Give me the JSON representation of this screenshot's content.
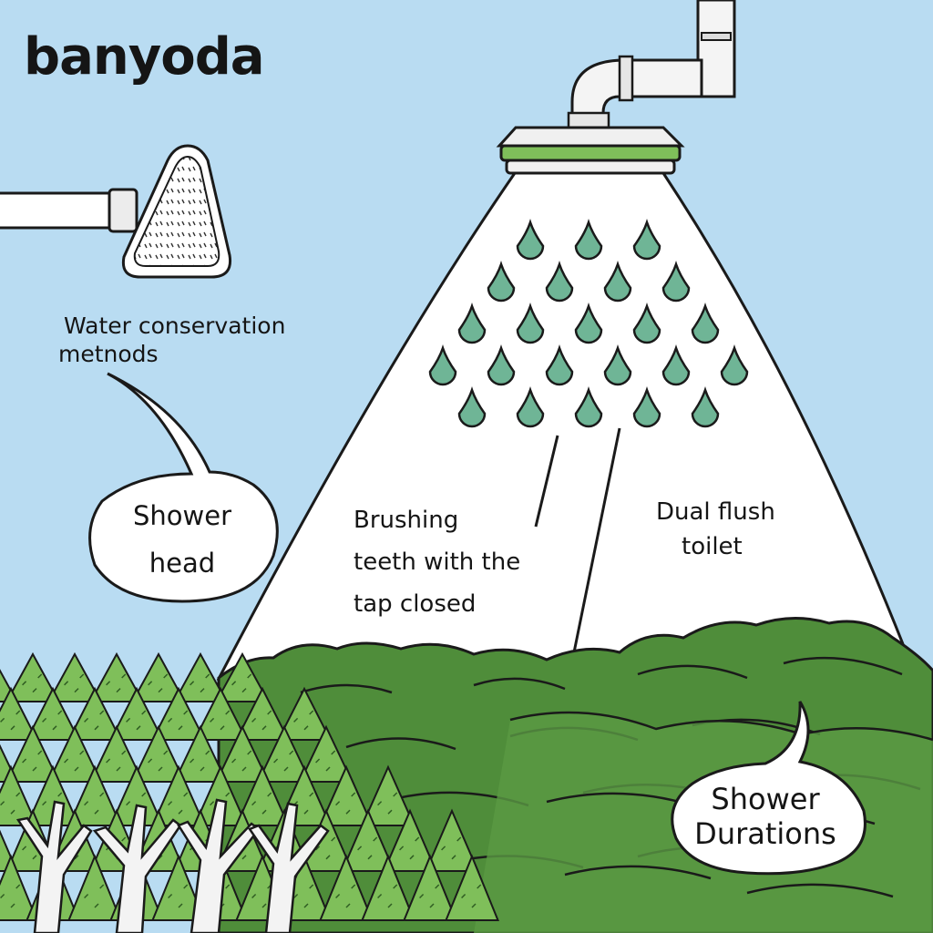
{
  "brand": "banyoda",
  "caption": {
    "line1": "Water conservation",
    "line2": "metnods"
  },
  "bubble_left": {
    "line1": "Shower",
    "line2": "head"
  },
  "brushing": {
    "line1": "Brushing",
    "line2": "teeth with the",
    "line3": "tap closed"
  },
  "dual_flush": {
    "line1": "Dual flush",
    "line2": "toilet"
  },
  "bubble_right": {
    "line1": "Shower",
    "line2": "Durations"
  },
  "colors": {
    "sky": "#b9dcf2",
    "drop": "#6fb596",
    "forest": "#4e8e3a",
    "accent_green": "#7fbf5a"
  }
}
